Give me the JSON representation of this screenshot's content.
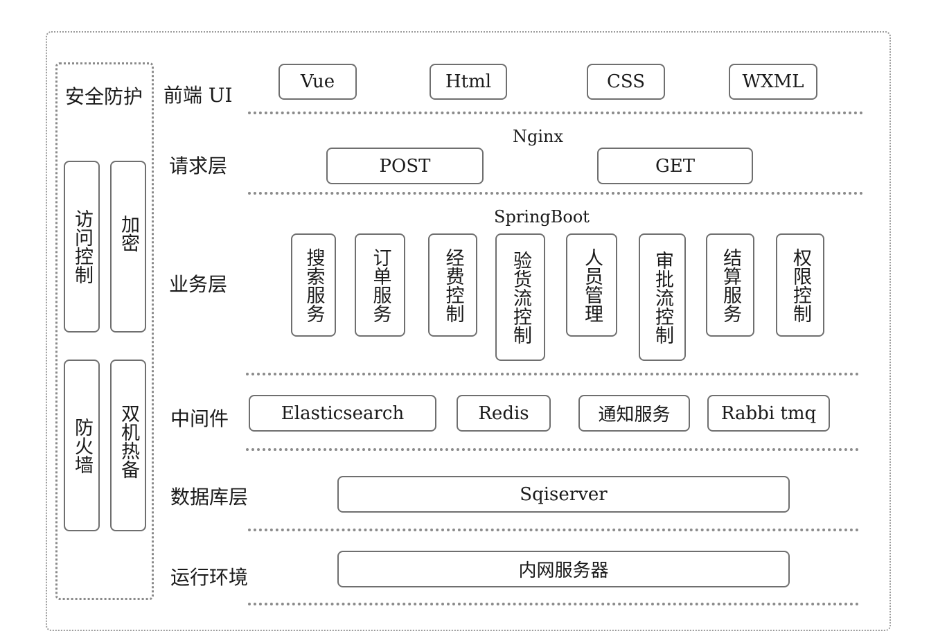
{
  "security": {
    "title": "安全防护",
    "items": [
      "访问控制",
      "加密",
      "防火墙",
      "双机热备"
    ]
  },
  "layers": {
    "frontend": {
      "label": "前端 UI",
      "items": [
        "Vue",
        "Html",
        "CSS",
        "WXML"
      ]
    },
    "request": {
      "label": "请求层",
      "caption": "Nginx",
      "items": [
        "POST",
        "GET"
      ]
    },
    "business": {
      "label": "业务层",
      "caption": "SpringBoot",
      "items": [
        "搜索服务",
        "订单服务",
        "经费控制",
        "验货流控制",
        "人员管理",
        "审批流控制",
        "结算服务",
        "权限控制"
      ]
    },
    "middleware": {
      "label": "中间件",
      "items": [
        "Elasticsearch",
        "Redis",
        "通知服务",
        "Rabbi tmq"
      ]
    },
    "database": {
      "label": "数据库层",
      "items": [
        "Sqiserver"
      ]
    },
    "runtime": {
      "label": "运行环境",
      "items": [
        "内网服务器"
      ]
    }
  }
}
